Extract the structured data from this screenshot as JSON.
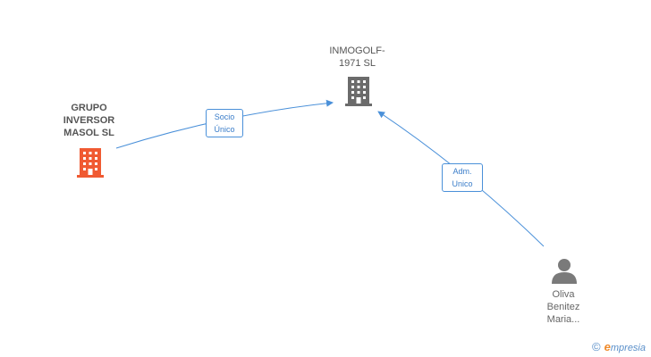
{
  "nodes": {
    "inmogolf": {
      "label": "INMOGOLF-\n1971 SL",
      "type": "company",
      "color": "#6b6b6b"
    },
    "grupo": {
      "label": "GRUPO\nINVERSOR\nMASOL SL",
      "type": "company",
      "color": "#f05a32"
    },
    "oliva": {
      "label": "Oliva\nBenitez\nMaria...",
      "type": "person",
      "color": "#7a7a7a"
    }
  },
  "edges": {
    "socio": {
      "label": "Socio\nÚnico",
      "from": "grupo",
      "to": "inmogolf"
    },
    "adm": {
      "label": "Adm.\nUnico",
      "from": "oliva",
      "to": "inmogolf"
    }
  },
  "colors": {
    "edge": "#4a90d9",
    "company_label": "#555555",
    "person_label": "#666666"
  },
  "branding": {
    "copyright": "©",
    "text": "mpresia",
    "letter": "e"
  }
}
